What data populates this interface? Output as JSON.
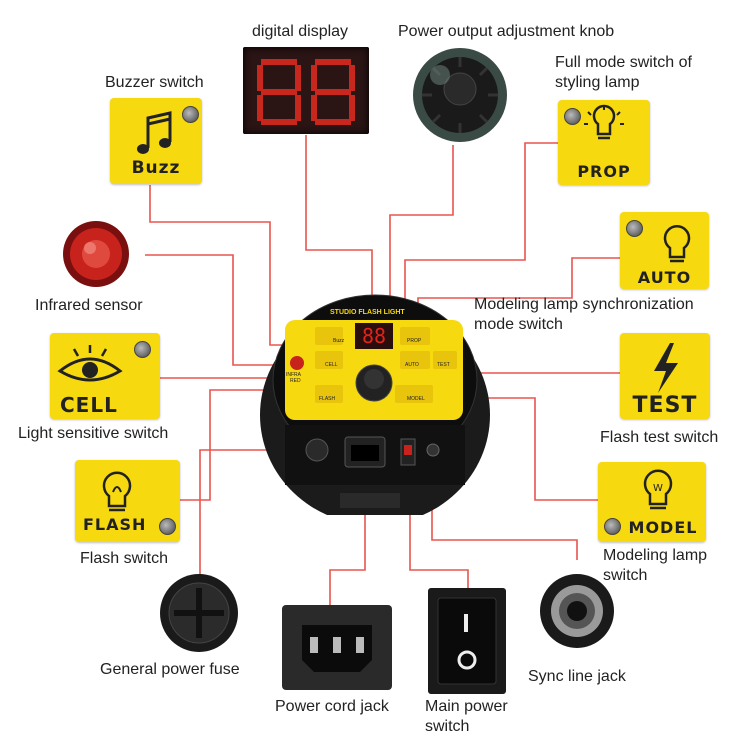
{
  "labels": {
    "digital_display": "digital display",
    "power_knob": "Power output adjustment knob",
    "buzzer": "Buzzer switch",
    "full_mode_line1": "Full mode switch of",
    "full_mode_line2": "styling lamp",
    "infrared": "Infrared sensor",
    "sync_mode_line1": "Modeling lamp synchronization",
    "sync_mode_line2": "mode switch",
    "light_sensitive": "Light sensitive switch",
    "flash_test": "Flash test switch",
    "flash_switch": "Flash switch",
    "modeling_line1": "Modeling lamp",
    "modeling_line2": "switch",
    "fuse": "General power fuse",
    "sync_jack": "Sync line jack",
    "power_cord": "Power cord jack",
    "main_power_line1": "Main power",
    "main_power_line2": "switch"
  },
  "buttons": {
    "buzz": "Buzz",
    "prop": "PROP",
    "auto": "AUTO",
    "cell": "CELL",
    "test": "TEST",
    "flash": "FLASH",
    "model": "MODEL"
  },
  "panel": {
    "brand": "STUDIO FLASH LIGHT",
    "infra": "INFRA",
    "red": "RED",
    "display_value": "88",
    "buzz": "Buzz",
    "prop": "PROP",
    "cell": "CELL",
    "auto": "AUTO",
    "test": "TEST",
    "flash": "FLASH",
    "model": "MODEL"
  },
  "colors": {
    "line": "#e8554e",
    "yellow": "#f7d90f",
    "display_red": "#e0241b"
  }
}
